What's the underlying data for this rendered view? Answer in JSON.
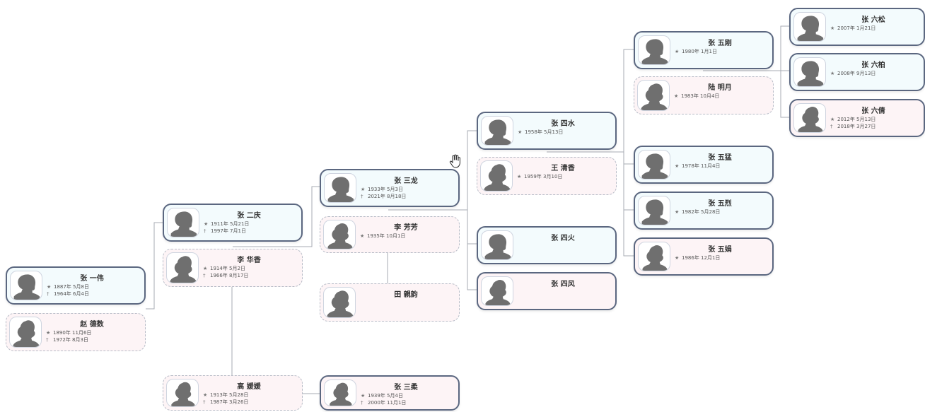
{
  "persons": {
    "zhang_yiwei": {
      "name": "张 一伟",
      "born": "1887年 5月8日",
      "died": "1964年 6月4日"
    },
    "zhao_sushu": {
      "name": "赵 德数",
      "born": "1890年 11月6日",
      "died": "1972年 8月3日"
    },
    "zhang_erqing": {
      "name": "张 二庆",
      "born": "1911年 5月21日",
      "died": "1997年 7月1日"
    },
    "li_huaxiang": {
      "name": "李 华香",
      "born": "1914年 5月2日",
      "died": "1966年 8月17日"
    },
    "gao_yuanyuan": {
      "name": "高 媛媛",
      "born": "1913年 5月28日",
      "died": "1987年 3月26日"
    },
    "zhang_sanlong": {
      "name": "张 三龙",
      "born": "1933年 5月3日",
      "died": "2021年 8月18日"
    },
    "li_fangfang": {
      "name": "李 芳芳",
      "born": "1935年 10月1日"
    },
    "tian_qinyun": {
      "name": "田 親韵"
    },
    "zhang_sanrou": {
      "name": "张 三柔",
      "born": "1939年 5月4日",
      "died": "2000年 11月1日"
    },
    "zhang_sishui": {
      "name": "张 四水",
      "born": "1958年 5月13日"
    },
    "wang_qingxiang": {
      "name": "王 清香",
      "born": "1959年 3月10日"
    },
    "zhang_sihuo": {
      "name": "张 四火"
    },
    "zhang_sifeng": {
      "name": "张 四风"
    },
    "zhang_wugang": {
      "name": "张 五刚",
      "born": "1980年 1月1日"
    },
    "lu_mingyue": {
      "name": "陆 明月",
      "born": "1983年 10月4日"
    },
    "zhang_wumeng": {
      "name": "张 五猛",
      "born": "1978年 11月4日"
    },
    "zhang_wulie": {
      "name": "张 五烈",
      "born": "1982年 5月28日"
    },
    "zhang_wujuan": {
      "name": "张 五娟",
      "born": "1986年 12月1日"
    },
    "zhang_liusong": {
      "name": "张 六松",
      "born": "2007年 1月21日"
    },
    "zhang_liubai": {
      "name": "张 六柏",
      "born": "2008年 9月13日"
    },
    "zhang_liuqing": {
      "name": "张 六倩",
      "born": "2012年 5月13日",
      "died": "2018年 3月27日"
    }
  },
  "symbols": {
    "born": "★",
    "died": "†"
  },
  "colors": {
    "male_bg": "#f3fbfd",
    "female_bg": "#fdf4f6",
    "border": "#5b6780",
    "line": "#a7abb3",
    "silhouette": "#6f6f6f"
  },
  "icons": {
    "male": "male-silhouette-icon",
    "female": "female-silhouette-icon",
    "cursor": "hand-cursor-icon"
  }
}
